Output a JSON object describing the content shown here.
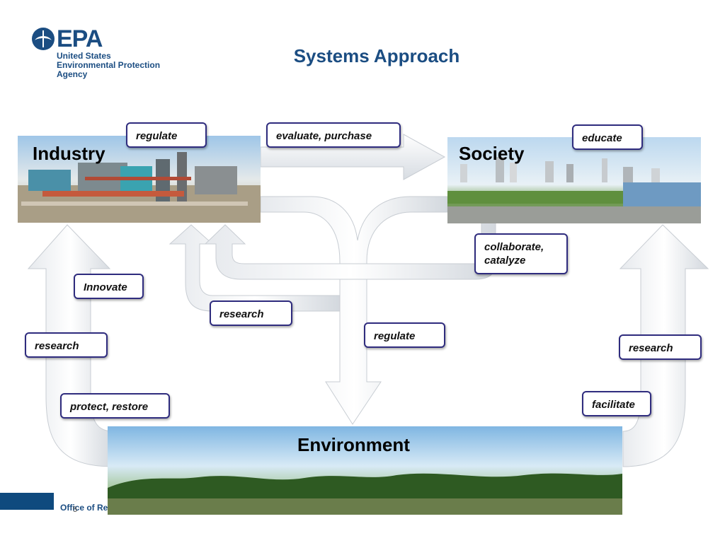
{
  "logo": {
    "mark": "EPA",
    "line1": "United States",
    "line2": "Environmental Protection",
    "line3": "Agency"
  },
  "title": "Systems Approach",
  "nodes": {
    "industry": "Industry",
    "society": "Society",
    "environment": "Environment"
  },
  "labels": {
    "regulate_top": "regulate",
    "evaluate_purchase": "evaluate, purchase",
    "educate": "educate",
    "collaborate_catalyze": "collaborate,\ncatalyze",
    "innovate": "Innovate",
    "research_center": "research",
    "research_left": "research",
    "regulate_center": "regulate",
    "research_right": "research",
    "protect_restore": "protect, restore",
    "facilitate": "facilitate"
  },
  "footer": {
    "office": "Office of Re",
    "page": "5"
  },
  "colors": {
    "brand_blue": "#1b4d82",
    "tag_border": "#2f2c7e"
  }
}
